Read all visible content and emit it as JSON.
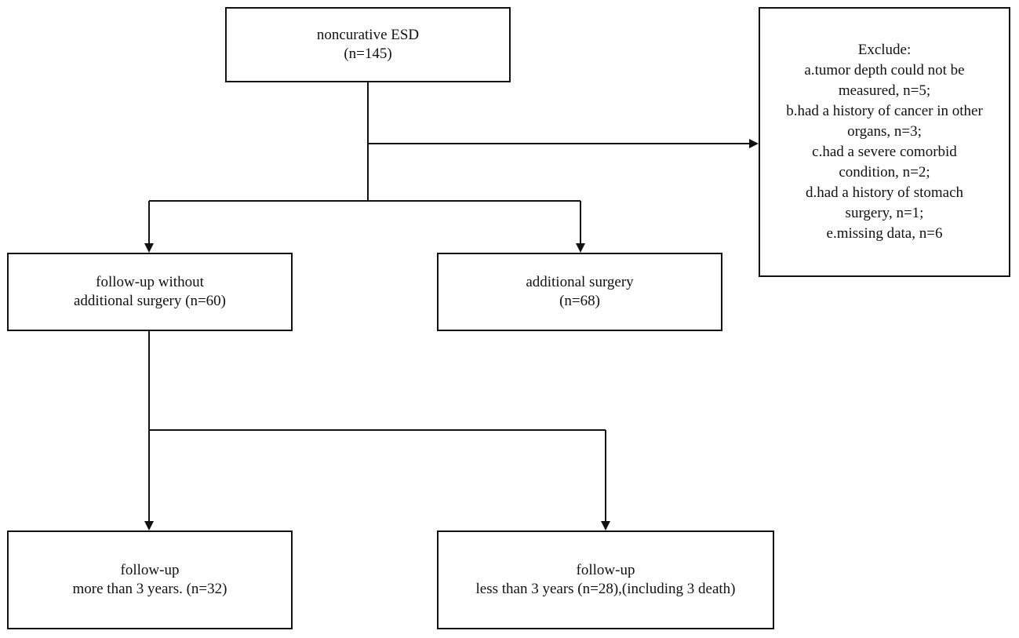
{
  "flowchart": {
    "top_box": {
      "line1": "noncurative ESD",
      "line2": "(n=145)"
    },
    "exclude_box": {
      "title": "Exclude:",
      "lines": [
        "a.tumor depth could not be",
        "measured, n=5;",
        "b.had a history of cancer in other",
        "organs, n=3;",
        "c.had a severe comorbid",
        "condition, n=2;",
        "d.had a history of stomach",
        "surgery, n=1;",
        "e.missing data, n=6"
      ]
    },
    "followup_box": {
      "line1": "follow-up without",
      "line2": "additional surgery (n=60)"
    },
    "surgery_box": {
      "line1": "additional surgery",
      "line2": "(n=68)"
    },
    "more_box": {
      "line1": "follow-up",
      "line2": "more than 3  years. (n=32)"
    },
    "less_box": {
      "line1": "follow-up",
      "line2": "less than 3 years (n=28),(including 3 death)"
    }
  },
  "style": {
    "line_color": "#111111",
    "background": "#ffffff"
  }
}
